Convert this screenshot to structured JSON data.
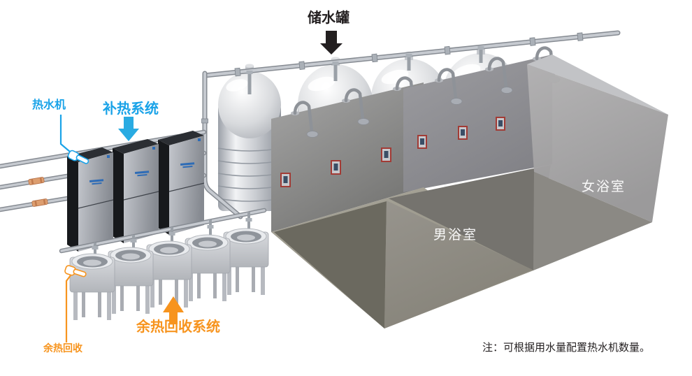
{
  "scene": {
    "annotations": {
      "storage_tank": "储水罐",
      "water_heater": "热水机",
      "supplementary_heating_system": "补热系统",
      "waste_heat_recovery_system": "余热回收系统",
      "waste_heat_recovery": "余热回收",
      "mens_bathroom": "男浴室",
      "womens_bathroom": "女浴室"
    },
    "note": "注：可根据用水量配置热水机数量。",
    "colors": {
      "accent_cyan": "#1aa3e8",
      "accent_orange": "#f7941e",
      "arrow_black": "#231f20",
      "structure_gray": "#9a9a9a"
    },
    "equipment_counts": {
      "storage_tanks": 4,
      "water_heaters": 3,
      "heat_recovery_units": 5,
      "showers": 6,
      "control_panels": 6
    }
  }
}
